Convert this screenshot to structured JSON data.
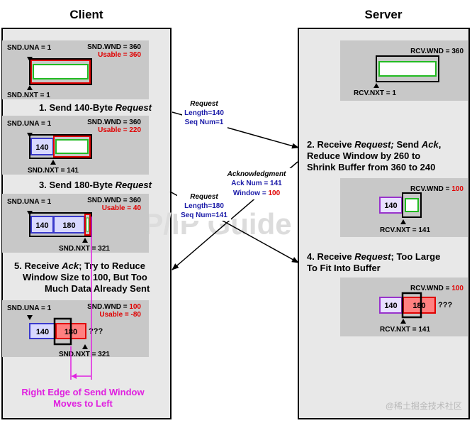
{
  "headers": {
    "client": "Client",
    "server": "Server"
  },
  "client": {
    "state1": {
      "snd_una": "SND.UNA = 1",
      "snd_wnd": "SND.WND = 360",
      "usable": "Usable = 360",
      "snd_nxt": "SND.NXT = 1"
    },
    "step1": {
      "prefix": "1. Send 140-Byte ",
      "em": "Request"
    },
    "state2": {
      "snd_una": "SND.UNA = 1",
      "snd_wnd": "SND.WND = 360",
      "usable": "Usable = 220",
      "cell1": "140",
      "snd_nxt": "SND.NXT = 141"
    },
    "step3": {
      "prefix": "3. Send 180-Byte ",
      "em": "Request"
    },
    "state3": {
      "snd_una": "SND.UNA = 1",
      "snd_wnd": "SND.WND = 360",
      "usable": "Usable = 40",
      "cell1": "140",
      "cell2": "180",
      "snd_nxt": "SND.NXT = 321"
    },
    "step5": {
      "l1_prefix": "5. Receive ",
      "l1_em": "Ack",
      "l1_suffix": "; Try to Reduce",
      "l2": "Window Size to 100, But Too",
      "l3": "Much Data Already Sent"
    },
    "state5": {
      "snd_una": "SND.UNA = 1",
      "snd_wnd_label": "SND.WND = ",
      "snd_wnd_value": "100",
      "usable": "Usable = -80",
      "cell1": "140",
      "cell2": "180",
      "qqq": "???",
      "snd_nxt": "SND.NXT = 321"
    },
    "caption": {
      "l1": "Right Edge of Send Window",
      "l2": "Moves to Left"
    }
  },
  "messages": {
    "m1": {
      "title": "Request",
      "l1": "Length=140",
      "l2": "Seq Num=1"
    },
    "m2": {
      "title": "Acknowledgment",
      "l1": "Ack Num = 141",
      "l2_label": "Window = ",
      "l2_value": "100"
    },
    "m3": {
      "title": "Request",
      "l1": "Length=180",
      "l2": "Seq Num=141"
    }
  },
  "server": {
    "state1": {
      "rcv_wnd": "RCV.WND = 360",
      "rcv_nxt": "RCV.NXT = 1"
    },
    "step2": {
      "l1_prefix": "2. Receive ",
      "l1_em": "Request; ",
      "l1_mid": "Send ",
      "l1_em2": "Ack",
      "l1_suffix": ",",
      "l2": "Reduce Window by 260 to",
      "l3": "Shrink Buffer from 360 to 240"
    },
    "state2": {
      "rcv_wnd_label": "RCV.WND = ",
      "rcv_wnd_value": "100",
      "cell1": "140",
      "rcv_nxt": "RCV.NXT = 141"
    },
    "step4": {
      "l1_prefix": "4. Receive ",
      "l1_em": "Request",
      "l1_suffix": "; Too Large",
      "l2": "To Fit Into Buffer"
    },
    "state4": {
      "rcv_wnd_label": "RCV.WND = ",
      "rcv_wnd_value": "100",
      "cell1": "140",
      "cell2": "180",
      "qqq": "???",
      "rcv_nxt": "RCV.NXT = 141"
    }
  },
  "watermark": "@稀土掘金技术社区",
  "colors": {
    "panel": "#e8e8e8",
    "state_bg": "#c8c8c8",
    "blue_cell": "#d8d8ff",
    "blue_border": "#3a3acc",
    "red": "#e00000",
    "green": "#22bb22",
    "pink": "#e020e0",
    "purple": "#9933cc",
    "light_red": "#ff8080"
  }
}
